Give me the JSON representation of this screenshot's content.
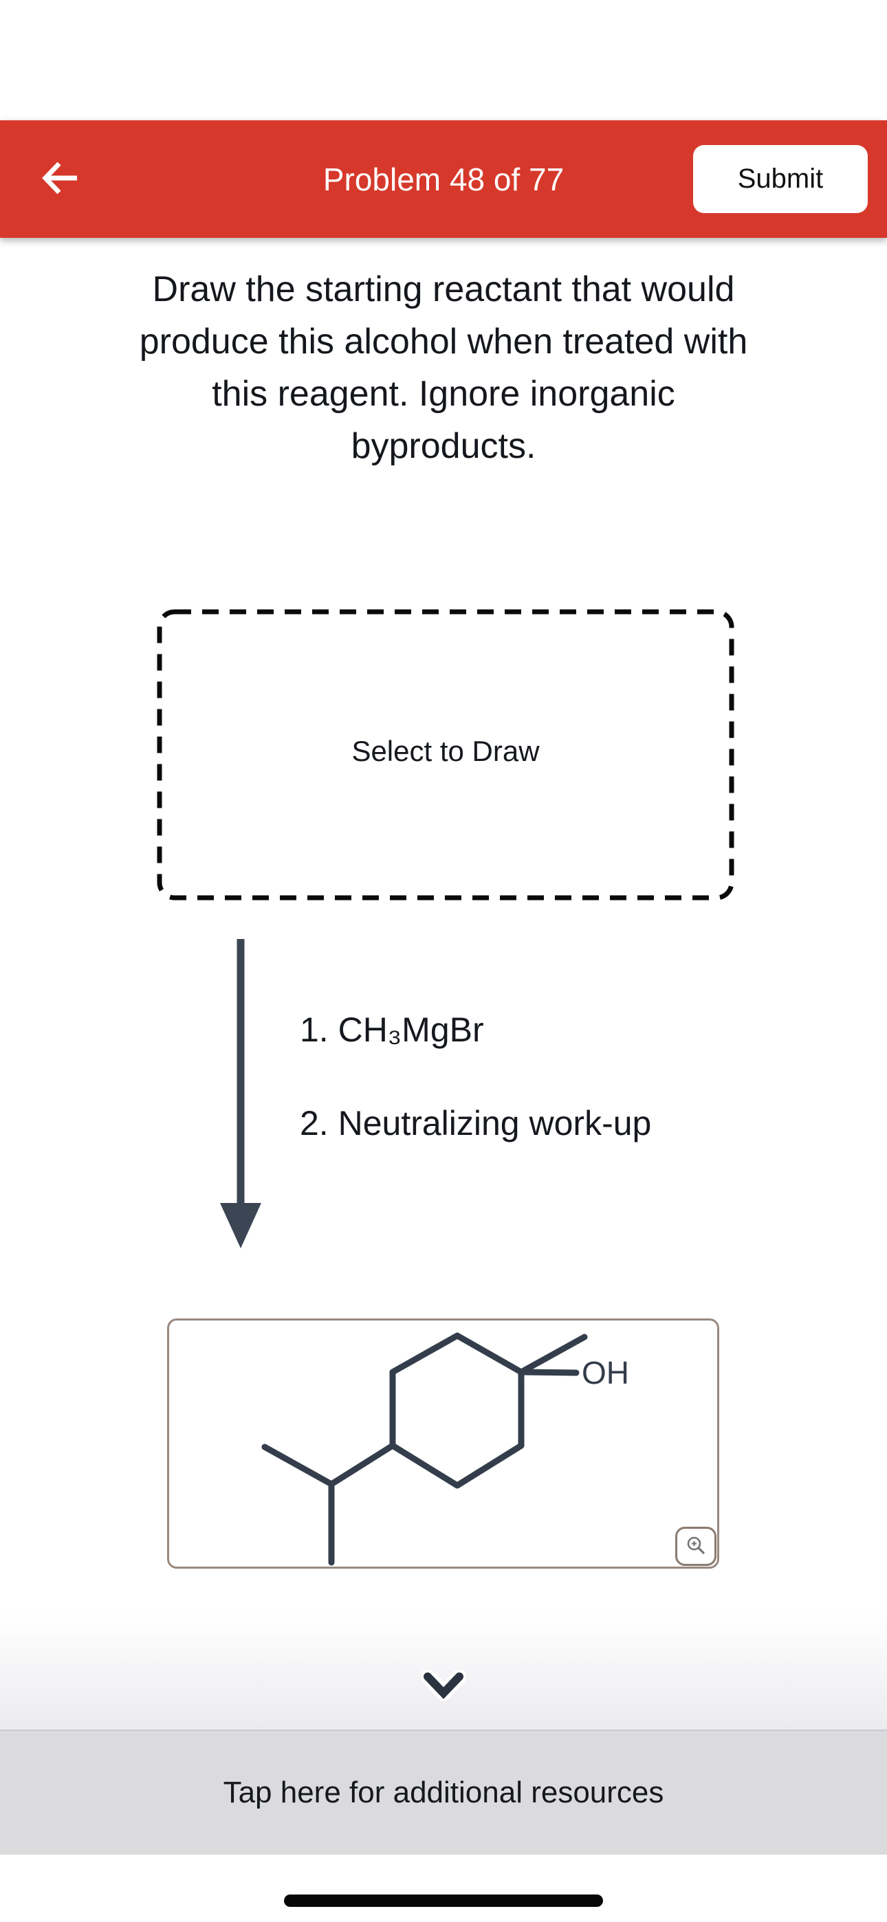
{
  "header": {
    "back_icon": "arrow-left-icon",
    "title": "Problem 48 of 77",
    "submit_label": "Submit"
  },
  "question": {
    "text": "Draw the starting reactant that would\nproduce this alcohol when treated with\nthis reagent. Ignore inorganic\nbyproducts."
  },
  "draw_area": {
    "placeholder": "Select to Draw"
  },
  "reaction": {
    "arrow_icon": "arrow-down-icon",
    "steps": [
      "1. CH₃MgBr",
      "2. Neutralizing work-up"
    ]
  },
  "product": {
    "hydroxyl_label": "OH",
    "zoom_button_icon": "magnifier-plus-icon"
  },
  "footer": {
    "expand_icon": "chevron-down-icon",
    "resources_label": "Tap here for additional resources"
  },
  "colors": {
    "header_red": "#D6392B",
    "structure_ink": "#343D4B",
    "footer_gray": "#DBDBDD"
  }
}
